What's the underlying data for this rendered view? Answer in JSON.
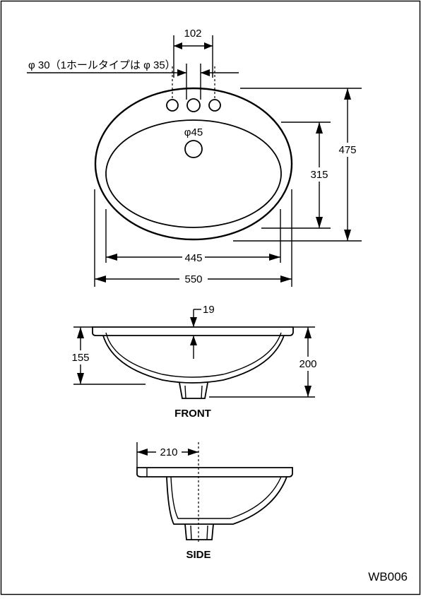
{
  "drawing": {
    "model_code": "WB006",
    "views": {
      "front_label": "FRONT",
      "side_label": "SIDE"
    },
    "plan_dimensions": {
      "faucet_hole_spacing": "102",
      "faucet_hole_note": "φ 30（1ホールタイプは φ 35）",
      "drain_hole": "φ45",
      "overall_depth": "475",
      "bowl_depth": "315",
      "bowl_width": "445",
      "overall_width": "550"
    },
    "front_dimensions": {
      "rim_thickness": "19",
      "bowl_height": "155",
      "overall_height": "200"
    },
    "side_dimensions": {
      "drain_offset": "210"
    }
  }
}
